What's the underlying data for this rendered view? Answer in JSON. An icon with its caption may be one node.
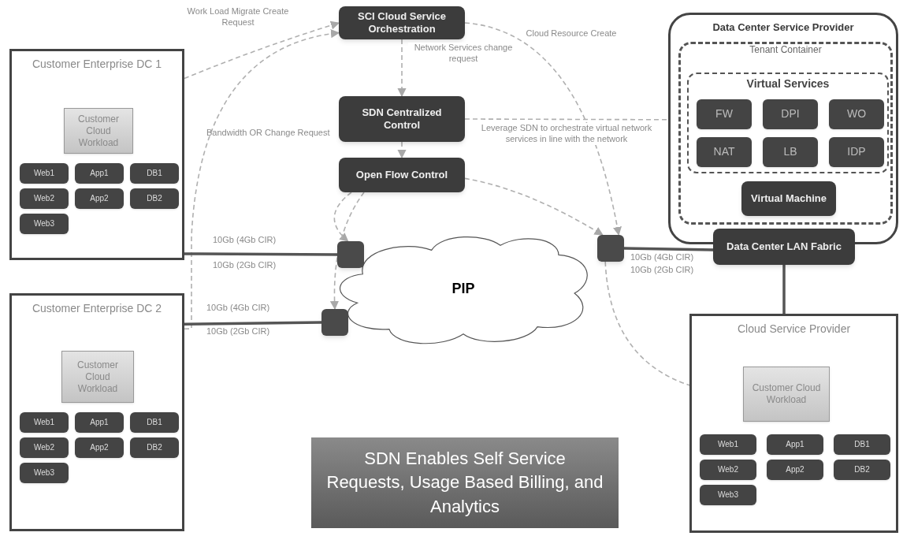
{
  "diagram": {
    "nodes": [
      {
        "text": [
          "SCI Cloud Service Orchestration"
        ]
      },
      {
        "text": [
          "SDN Centralized Control"
        ]
      },
      {
        "text": [
          "Open Flow Control"
        ]
      },
      {
        "text": [
          "Customer Enterprise DC 1"
        ]
      },
      {
        "text": [
          "Customer Cloud Workload"
        ],
        "in": 3
      },
      {
        "text": [
          "Web1"
        ],
        "in": 3
      },
      {
        "text": [
          "App1"
        ],
        "in": 3
      },
      {
        "text": [
          "DB1"
        ],
        "in": 3
      },
      {
        "text": [
          "Web2"
        ],
        "in": 3
      },
      {
        "text": [
          "App2"
        ],
        "in": 3
      },
      {
        "text": [
          "DB2"
        ],
        "in": 3
      },
      {
        "text": [
          "Web3"
        ],
        "in": 3
      },
      {
        "text": [
          "Customer Enterprise DC 2"
        ]
      },
      {
        "text": [
          "Customer Cloud Workload"
        ],
        "in": 12
      },
      {
        "text": [
          "Web1"
        ],
        "in": 12
      },
      {
        "text": [
          "App1"
        ],
        "in": 12
      },
      {
        "text": [
          "DB1"
        ],
        "in": 12
      },
      {
        "text": [
          "Web2"
        ],
        "in": 12
      },
      {
        "text": [
          "App2"
        ],
        "in": 12
      },
      {
        "text": [
          "DB2"
        ],
        "in": 12
      },
      {
        "text": [
          "Web3"
        ],
        "in": 12
      },
      {
        "text": [
          "Data Center Service Provider"
        ]
      },
      {
        "text": [
          "Tenant Container"
        ],
        "in": 21
      },
      {
        "text": [
          "Virtual Services"
        ],
        "in": 22
      },
      {
        "text": [
          "FW"
        ],
        "in": 23
      },
      {
        "text": [
          "DPI"
        ],
        "in": 23
      },
      {
        "text": [
          "WO"
        ],
        "in": 23
      },
      {
        "text": [
          "NAT"
        ],
        "in": 23
      },
      {
        "text": [
          "LB"
        ],
        "in": 23
      },
      {
        "text": [
          "IDP"
        ],
        "in": 23
      },
      {
        "text": [
          "Virtual Machine"
        ],
        "in": 22
      },
      {
        "text": [
          "Data Center LAN Fabric"
        ]
      },
      {
        "text": [
          "Cloud Service Provider"
        ]
      },
      {
        "text": [
          "Customer Cloud Workload"
        ],
        "in": 32
      },
      {
        "text": [
          "Web1"
        ],
        "in": 32
      },
      {
        "text": [
          "App1"
        ],
        "in": 32
      },
      {
        "text": [
          "DB1"
        ],
        "in": 32
      },
      {
        "text": [
          "Web2"
        ],
        "in": 32
      },
      {
        "text": [
          "App2"
        ],
        "in": 32
      },
      {
        "text": [
          "DB2"
        ],
        "in": 32
      },
      {
        "text": [
          "Web3"
        ],
        "in": 32
      },
      {
        "text": [
          "PIP"
        ]
      },
      {
        "text": [],
        "shape": "box"
      },
      {
        "text": [],
        "shape": "box"
      },
      {
        "text": [],
        "shape": "box"
      },
      {
        "text": [
          "SDN Enables Self Service Requests, Usage Based Billing, and Analytics"
        ]
      }
    ],
    "edges": [
      {
        "from": 3,
        "to": 0,
        "arrow": "to",
        "style": "dashed",
        "label": "Work Load Migrate Create Request"
      },
      {
        "from": 12,
        "to": 0,
        "arrow": "to",
        "style": "dashed"
      },
      {
        "from": 0,
        "to": 1,
        "arrow": "to",
        "style": "dashed",
        "label": "Network Services change request"
      },
      {
        "from": 1,
        "to": 2,
        "arrow": "to",
        "style": "dashed"
      },
      {
        "from": 1,
        "to": 21,
        "arrow": "none",
        "style": "dashed",
        "label": "Leverage SDN to orchestrate virtual network services in line with the network"
      },
      {
        "from": 0,
        "to": 44,
        "arrow": "to",
        "style": "dashed",
        "label": "Cloud Resource Create"
      },
      {
        "from": 2,
        "to": 42,
        "arrow": "to",
        "style": "dashed"
      },
      {
        "from": 2,
        "to": 44,
        "arrow": "to",
        "style": "dashed"
      },
      {
        "from": 2,
        "to": 43,
        "arrow": "to",
        "style": "dashed"
      },
      {
        "from": 3,
        "to": 42,
        "arrow": "none",
        "style": "thick",
        "color": "#555555"
      },
      {
        "from": 12,
        "to": 43,
        "arrow": "none",
        "style": "thick",
        "color": "#555555"
      },
      {
        "from": 44,
        "to": 31,
        "arrow": "none",
        "style": "thick",
        "color": "#555555"
      },
      {
        "from": 31,
        "to": 32,
        "arrow": "none",
        "style": "thick",
        "color": "#555555"
      },
      {
        "from": 44,
        "to": 33,
        "arrow": "to",
        "style": "dashed"
      }
    ],
    "labels": [
      "Bandwidth OR Change Request",
      "10Gb (4Gb CIR)",
      "10Gb (2Gb CIR)",
      "10Gb (4Gb CIR)",
      "10Gb (2Gb CIR)",
      "10Gb (4Gb CIR)",
      "10Gb (2Gb CIR)"
    ]
  }
}
